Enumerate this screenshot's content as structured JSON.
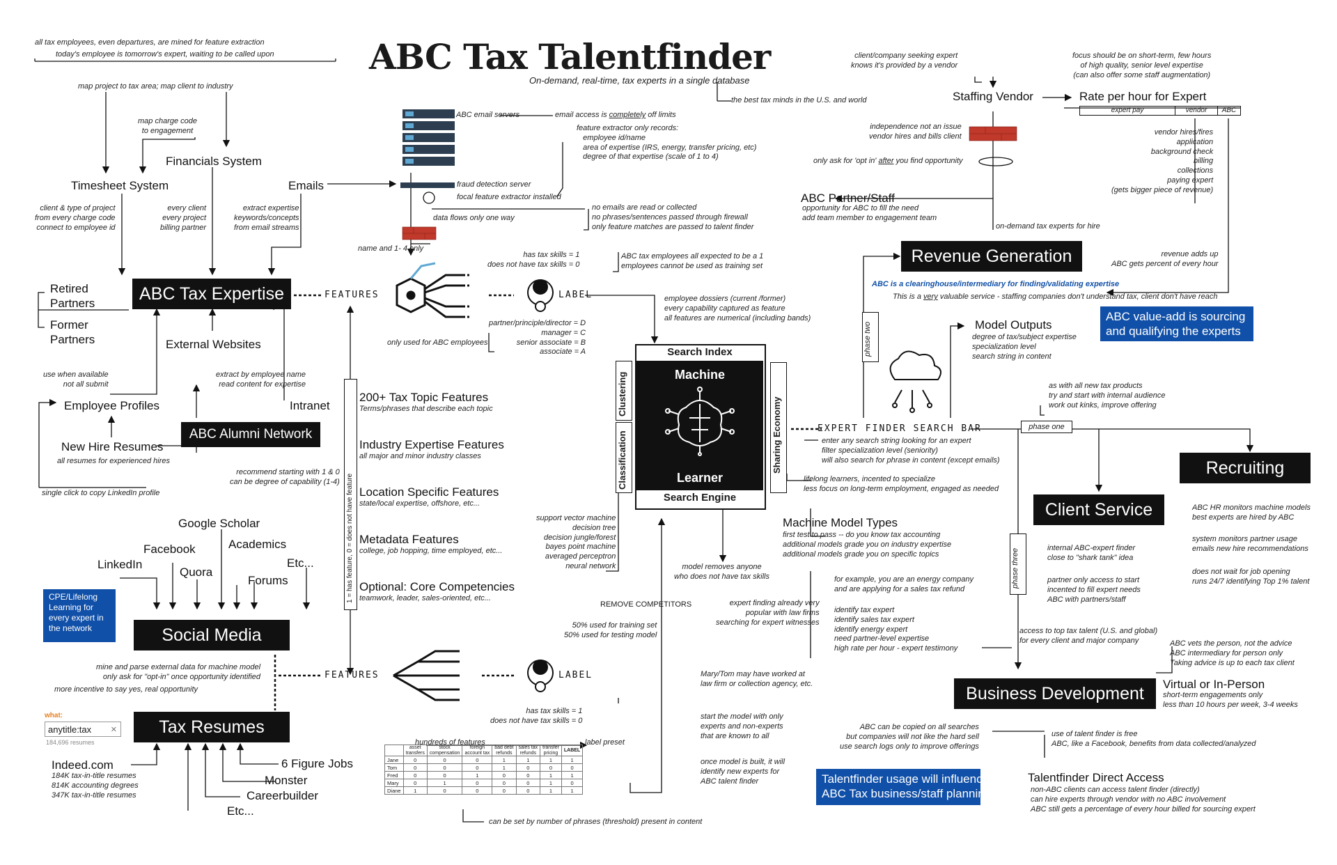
{
  "title": "ABC Tax Talentfinder",
  "subtitle": "On-demand, real-time, tax experts in a single database",
  "best_minds": "the best tax minds in the U.S. and world",
  "top_notes": {
    "mined": "all tax employees, even departures, are mined for feature extraction",
    "tomorrow": "today's employee is tomorrow's expert, waiting to be called upon"
  },
  "sources": {
    "map_project": "map project to tax area; map client to industry",
    "map_charge": "map charge code\nto engagement",
    "financials": "Financials System",
    "timesheet": "Timesheet System",
    "emails": "Emails",
    "timesheet_note": "client & type of project\nfrom every charge code\nconnect to employee id",
    "financials_note": "every client\nevery project\nbilling partner",
    "emails_note": "extract expertise\nkeywords/concepts\nfrom email streams",
    "retired": "Retired\nPartners",
    "former": "Former\nPartners",
    "external_websites": "External Websites",
    "use_when": "use when available\nnot all submit",
    "extract_name": "extract by employee name\nread content for expertise",
    "employee_profiles": "Employee Profiles",
    "intranet": "Intranet",
    "alumni": "ABC Alumni Network",
    "new_hire": "New Hire Resumes",
    "new_hire_note": "all resumes for experienced hires",
    "recommend": "recommend starting with 1 & 0\ncan be degree of capability (1-4)",
    "single_click": "single click to copy LinkedIn profile",
    "google_scholar": "Google Scholar",
    "facebook": "Facebook",
    "academics": "Academics",
    "linkedin": "LinkedIn",
    "quora": "Quora",
    "etc": "Etc...",
    "forums": "Forums",
    "cpe": "CPE/Lifelong\nLearning for\nevery expert in\nthe network",
    "mine_parse": "mine and parse external data for machine model\nonly ask for \"opt-in\" once opportunity identified",
    "more_incentive": "more incentive to say yes, real opportunity",
    "what": "what:",
    "search_value": "anytitle:tax",
    "resume_count": "184,696 resumes",
    "indeed": "Indeed.com",
    "indeed_stats": "184K tax-in-title resumes\n814K accounting degrees\n347K tax-in-title resumes",
    "six_figure": "6 Figure Jobs",
    "monster": "Monster",
    "careerbuilder": "Careerbuilder",
    "etc2": "Etc..."
  },
  "blocks": {
    "abc_expertise": "ABC Tax Expertise",
    "social_media": "Social Media",
    "tax_resumes": "Tax Resumes",
    "revenue": "Revenue Generation",
    "recruiting": "Recruiting",
    "client_service": "Client Service",
    "bizdev": "Business Development"
  },
  "features_label": "FEATURES",
  "label_label": "LABEL",
  "vert_binary": "1 = has feature, 0 = does not have feature",
  "servers": {
    "email_servers": "ABC email servers",
    "access_off": "email access is completely off limits",
    "extractor": "feature extractor only records:\n   employee id/name\n   area of expertise (IRS, energy, transfer pricing, etc)\n   degree of that expertise (scale of 1 to 4)",
    "fraud": "fraud detection server",
    "focal": "focal feature extractor installed",
    "one_way": "data flows only one way",
    "no_emails": "no emails are read or collected\nno phrases/sentences passed through firewall\nonly feature matches are passed to talent finder",
    "name_only": "name and 1- 4 only"
  },
  "labels_top": {
    "has_skills": "has tax skills = 1\ndoes not have tax skills = 0",
    "all_expected": "ABC tax employees all expected to be a 1\nemployees cannot be used as training set",
    "levels": "partner/principle/director = D\nmanager = C\nsenior associate = B\nassociate = A",
    "abc_only": "only used for ABC employees",
    "dossiers": "employee dossiers (current /former)\nevery capability captured as feature\nall features are numerical (including bands)"
  },
  "features": [
    {
      "h": "200+ Tax Topic Features",
      "s": "Terms/phrases that describe each topic"
    },
    {
      "h": "Industry Expertise Features",
      "s": "all major and minor industry classes"
    },
    {
      "h": "Location Specific Features",
      "s": "state/local expertise, offshore, etc..."
    },
    {
      "h": "Metadata Features",
      "s": "college, job hopping, time employed, etc..."
    },
    {
      "h": "Optional: Core Competencies",
      "s": "teamwork, leader, sales-oriented, etc..."
    }
  ],
  "engine": {
    "search_index": "Search Index",
    "machine": "Machine",
    "learner": "Learner",
    "search_engine": "Search Engine",
    "clustering": "Clustering",
    "classification": "Classification",
    "sharing": "Sharing Economy",
    "algorithms": "support vector machine\ndecision tree\ndecision jungle/forest\nbayes point machine\naveraged perceptron\nneural network",
    "removes": "model removes anyone\nwho does not have tax skills",
    "remove_competitors": "REMOVE COMPETITORS",
    "split": "50% used for training set\n50% used for testing model",
    "mary": "Mary/Tom may have worked at\nlaw firm or collection agency, etc.",
    "start_model": "start the model with only\nexperts and non-experts\nthat are known to all",
    "once_built": "once model is built, it will\nidentify new experts for\nABC talent finder"
  },
  "bottom_label": {
    "has_skills": "has tax skills = 1\ndoes not have tax skills = 0",
    "hundreds": "hundreds of features",
    "preset": "label preset",
    "threshold": "can be set by number of phrases (threshold) present in content"
  },
  "feature_matrix": {
    "headers": [
      "",
      "asset\ntransfers",
      "stock\ncompensation",
      "foreign\naccount tax",
      "bad debt\nrefunds",
      "sales tax\nrefunds",
      "transfer\npricing",
      "LABEL"
    ],
    "rows": [
      [
        "Jane",
        "0",
        "0",
        "0",
        "1",
        "1",
        "1",
        "1"
      ],
      [
        "Tom",
        "0",
        "0",
        "0",
        "1",
        "0",
        "0",
        "0"
      ],
      [
        "Fred",
        "0",
        "0",
        "1",
        "0",
        "0",
        "1",
        "1"
      ],
      [
        "Mary",
        "0",
        "1",
        "0",
        "0",
        "0",
        "1",
        "0"
      ],
      [
        "Diane",
        "1",
        "0",
        "0",
        "0",
        "0",
        "1",
        "1"
      ]
    ]
  },
  "right": {
    "client_seeking": "client/company seeking expert\nknows it's provided by a vendor",
    "staffing_vendor": "Staffing Vendor",
    "rate": "Rate per hour for Expert",
    "rate_cells": [
      "expert pay",
      "vendor",
      "ABC"
    ],
    "focus": "focus should be on short-term, few hours\nof high quality, senior level expertise\n(can also offer some staff augmentation)",
    "independence": "independence not an issue\nvendor hires and bills client",
    "opt_in": "only ask for 'opt in' after you find opportunity",
    "vendor_list": "vendor hires/fires\napplication\nbackground check\nbilling\ncollections\npaying expert\n(gets bigger piece of revenue)",
    "partner_staff": "ABC Partner/Staff",
    "partner_note": "opportunity for ABC to fill the need\nadd team member to engagement team",
    "on_demand": "on-demand tax experts for hire",
    "revenue_adds": "revenue adds up\nABC gets percent of every hour",
    "clearinghouse": "ABC is a clearinghouse/intermediary for finding/validating expertise",
    "valuable": "This is a very valuable service - staffing companies don't understand tax, client don't have reach",
    "phase_two": "phase two",
    "model_outputs": "Model Outputs",
    "outputs_note": "degree of tax/subject expertise\nspecialization level\nsearch string in content",
    "value_add": "ABC value-add is sourcing\nand qualifying the experts",
    "as_with": "as with all new tax products\ntry and start with internal audience\nwork out kinks, improve offering",
    "search_bar": "EXPERT FINDER SEARCH BAR",
    "phase_one": "phase one",
    "enter_any": "enter any search string looking for an expert\nfilter specialization level (seniority)\nwill also search for phrase in content (except emails)",
    "lifelong": "lifelong learners, incented to specialize\nless focus on long-term employment, engaged as needed",
    "model_types": "Machine Model Types",
    "model_types_note": "first test to pass -- do you know tax accounting\nadditional models grade you on industry expertise\nadditional models grade you on specific topics",
    "example": "for example, you are an energy company\nand are applying for a sales tax refund",
    "identify": "identify tax expert\nidentify sales tax expert\nidentify energy expert\nneed partner-level expertise\nhigh rate per hour - expert testimony",
    "expert_finding": "expert finding already very\npopular with law firms\nsearching for expert witnesses",
    "phase_three": "phase three",
    "internal_finder": "internal ABC-expert finder\nclose to \"shark tank\" idea",
    "partner_access": "partner only access to start\nincented to fill expert needs\nABC with partners/staff",
    "hr_monitors": "ABC HR monitors machine models\nbest experts are hired by ABC",
    "system_monitors": "system monitors partner usage\nemails new hire recommendations",
    "not_wait": "does not wait for job opening\nruns 24/7 identifying Top 1% talent",
    "access_top": "access to top tax talent (U.S. and global)\nfor every client and major company",
    "vets": "ABC vets the person, not the advice\nABC intermediary for person only\nTaking advice is up to each tax client",
    "virtual": "Virtual or In-Person",
    "short_term": "short-term engagements only\nless than 10 hours per week, 3-4 weeks",
    "copied": "ABC can be copied on all searches\nbut companies will not like the hard sell\nuse search logs only to improve offerings",
    "use_free": "use of talent finder is free\nABC, like a Facebook, benefits from data collected/analyzed",
    "usage_influence": "Talentfinder usage will influence\nABC Tax business/staff planning",
    "direct_access": "Talentfinder Direct Access",
    "direct_note": "non-ABC clients can access talent finder (directly)\ncan hire experts through vendor with no ABC involvement\nABC still gets a percentage of every hour billed for sourcing expert"
  },
  "colors": {
    "accent_blue": "#1150a8",
    "brick": "#c0392b",
    "ink": "#111111"
  },
  "icons": [
    "server-rack-icon",
    "firewall-icon",
    "neural-hub-icon",
    "robot-icon",
    "brain-circuit-icon",
    "cloud-network-icon"
  ]
}
